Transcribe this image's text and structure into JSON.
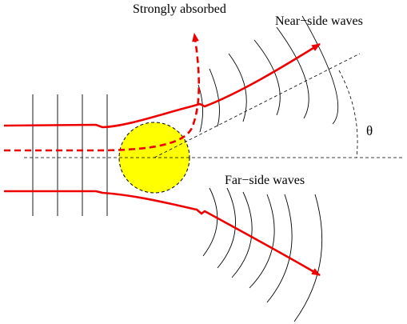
{
  "labels": {
    "strongly_absorbed": "Strongly absorbed",
    "near_side": "Near−side waves",
    "far_side": "Far−side waves",
    "theta": "θ"
  },
  "colors": {
    "trajectory": "#ee0000",
    "nucleus_fill": "#ffff00",
    "lines": "#000000"
  }
}
